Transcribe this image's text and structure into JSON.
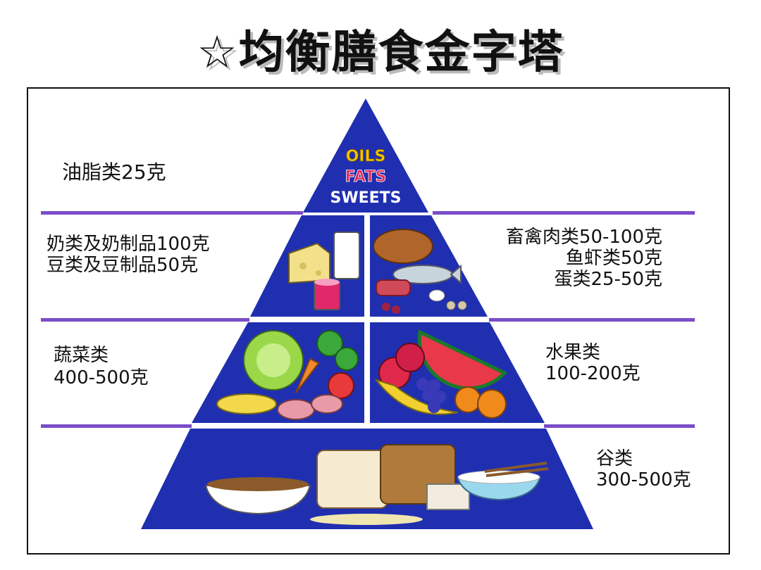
{
  "title": "☆均衡膳食金字塔",
  "pyramid_top": {
    "line1": "OILS",
    "line2": "FATS",
    "line3": "SWEETS"
  },
  "labels": {
    "oils": "油脂类25克",
    "dairy_line1": "奶类及奶制品100克",
    "dairy_line2": "豆类及豆制品50克",
    "meat_line1": "畜禽肉类50-100克",
    "meat_line2": "鱼虾类50克",
    "meat_line3": "蛋类25-50克",
    "veg_line1": "蔬菜类",
    "veg_line2": "400-500克",
    "fruit_line1": "水果类",
    "fruit_line2": "100-200克",
    "grain_line1": "谷类",
    "grain_line2": "300-500克"
  },
  "colors": {
    "pyramid_blue": "#1f2fb0",
    "divider_purple": "#7a4dc8",
    "oils_yellow": "#f2c400",
    "fats_red": "#e0285a",
    "sweets_white": "#ffffff"
  }
}
